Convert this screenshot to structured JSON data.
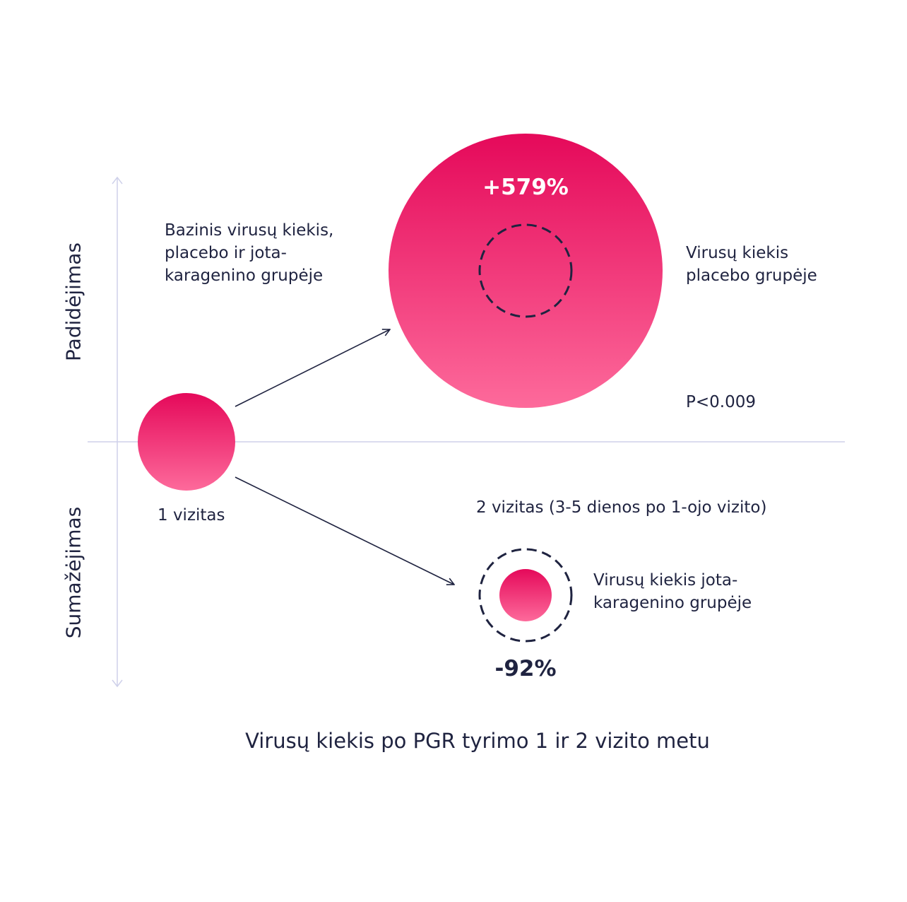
{
  "axis": {
    "increase_label": "Padidėjimas",
    "decrease_label": "Sumažėjimas"
  },
  "labels": {
    "baseline_line1": "Bazinis virusų kiekis,",
    "baseline_line2": "placebo ir jota-",
    "baseline_line3": "karagenino grupėje",
    "placebo_line1": "Virusų kiekis",
    "placebo_line2": "placebo grupėje",
    "p_value": "P<0.009",
    "visit1": "1 vizitas",
    "visit2": "2 vizitas (3-5 dienos po 1-ojo vizito)",
    "carrageenan_line1": "Virusų kiekis jota-",
    "carrageenan_line2": "karagenino grupėje"
  },
  "values": {
    "placebo_change": "+579%",
    "carrageenan_change": "-92%"
  },
  "caption": "Virusų kiekis po PGR tyrimo 1 ir 2 vizito metu",
  "colors": {
    "gradient_top": "#e5095a",
    "gradient_bottom": "#fd6a9b",
    "text_dark": "#1f2340",
    "axis_line": "#cfd1ea",
    "white": "#ffffff"
  }
}
